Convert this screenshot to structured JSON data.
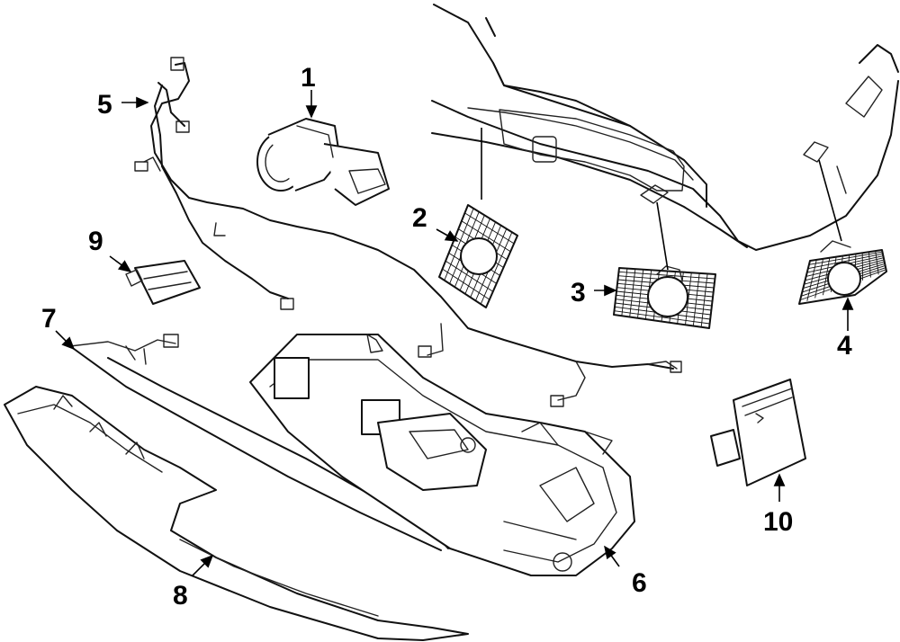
{
  "callouts": [
    {
      "id": "1",
      "label": "1"
    },
    {
      "id": "2",
      "label": "2"
    },
    {
      "id": "3",
      "label": "3"
    },
    {
      "id": "4",
      "label": "4"
    },
    {
      "id": "5",
      "label": "5"
    },
    {
      "id": "6",
      "label": "6"
    },
    {
      "id": "7",
      "label": "7"
    },
    {
      "id": "8",
      "label": "8"
    },
    {
      "id": "9",
      "label": "9"
    },
    {
      "id": "10",
      "label": "10"
    }
  ],
  "colors": {
    "line": "#111111",
    "background": "#ffffff"
  }
}
